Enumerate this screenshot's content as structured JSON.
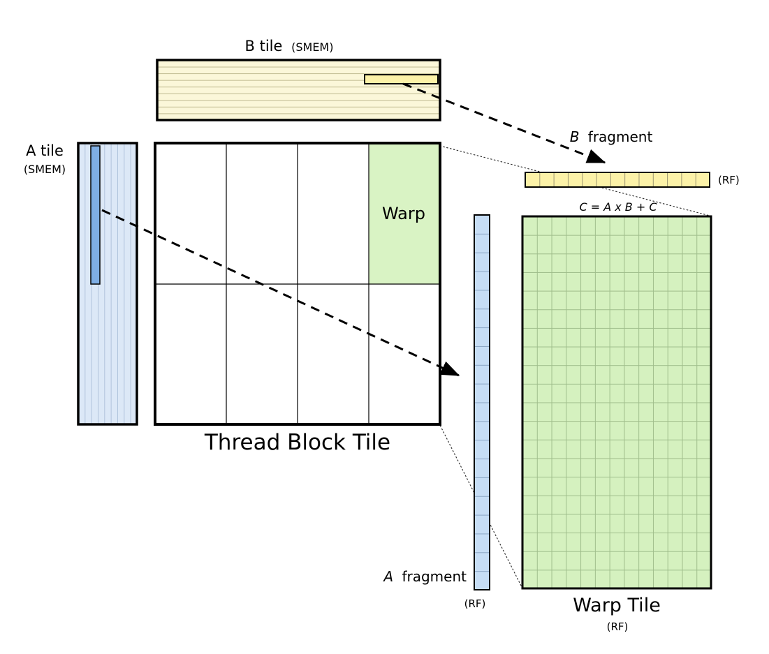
{
  "colors": {
    "b_tile_fill": "#FBF7D9",
    "b_stripe_line": "#BFBA90",
    "b_strip_fill": "#FCF2A8",
    "a_tile_fill": "#DCE8F7",
    "a_stripe_line": "#AFC2DC",
    "a_strip_fill": "#7FAEE4",
    "b_fragment_fill": "#FCF2A8",
    "b_fragment_line": "#9B9570",
    "a_fragment_fill": "#C6DDF5",
    "a_fragment_line": "#8AA5C4",
    "warp_cell_fill": "#D9F3C4",
    "warp_tile_fill": "#D5F1BF",
    "warp_grid_line": "#9FBD8B",
    "outline": "#000000"
  },
  "labels": {
    "b_tile_title": "B tile",
    "b_tile_mem": "(SMEM)",
    "a_tile_title": "A tile",
    "a_tile_mem": "(SMEM)",
    "warp": "Warp",
    "thread_block": "Thread Block Tile",
    "b_fragment_var": "B",
    "b_fragment_rest": "fragment",
    "b_fragment_rf": "(RF)",
    "formula": "C = A x B + C",
    "a_fragment_var": "A",
    "a_fragment_rest": "fragment",
    "a_fragment_rf": "(RF)",
    "warp_tile": "Warp Tile",
    "warp_tile_rf": "(RF)"
  }
}
